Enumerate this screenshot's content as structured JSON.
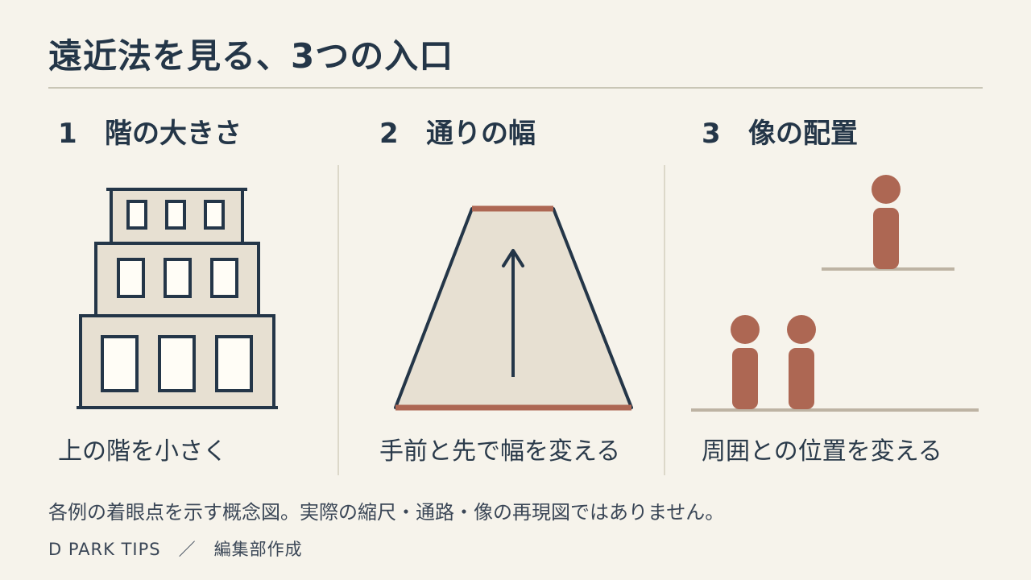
{
  "title": "遠近法を見る、3つの入口",
  "sections": [
    {
      "num": "1",
      "heading": "階の大きさ",
      "caption": "上の階を小さく"
    },
    {
      "num": "2",
      "heading": "通りの幅",
      "caption": "手前と先で幅を変える"
    },
    {
      "num": "3",
      "heading": "像の配置",
      "caption": "周囲との位置を変える"
    }
  ],
  "note": "各例の着眼点を示す概念図。実際の縮尺・通路・像の再現図ではありません。",
  "credit": "D PARK TIPS　／　編集部作成",
  "colors": {
    "navy": "#243648",
    "terracotta": "#ad6753",
    "beige": "#e7e0d2",
    "window": "#fffdf6",
    "ground": "#bdb3a3",
    "background": "#f6f3eb"
  }
}
